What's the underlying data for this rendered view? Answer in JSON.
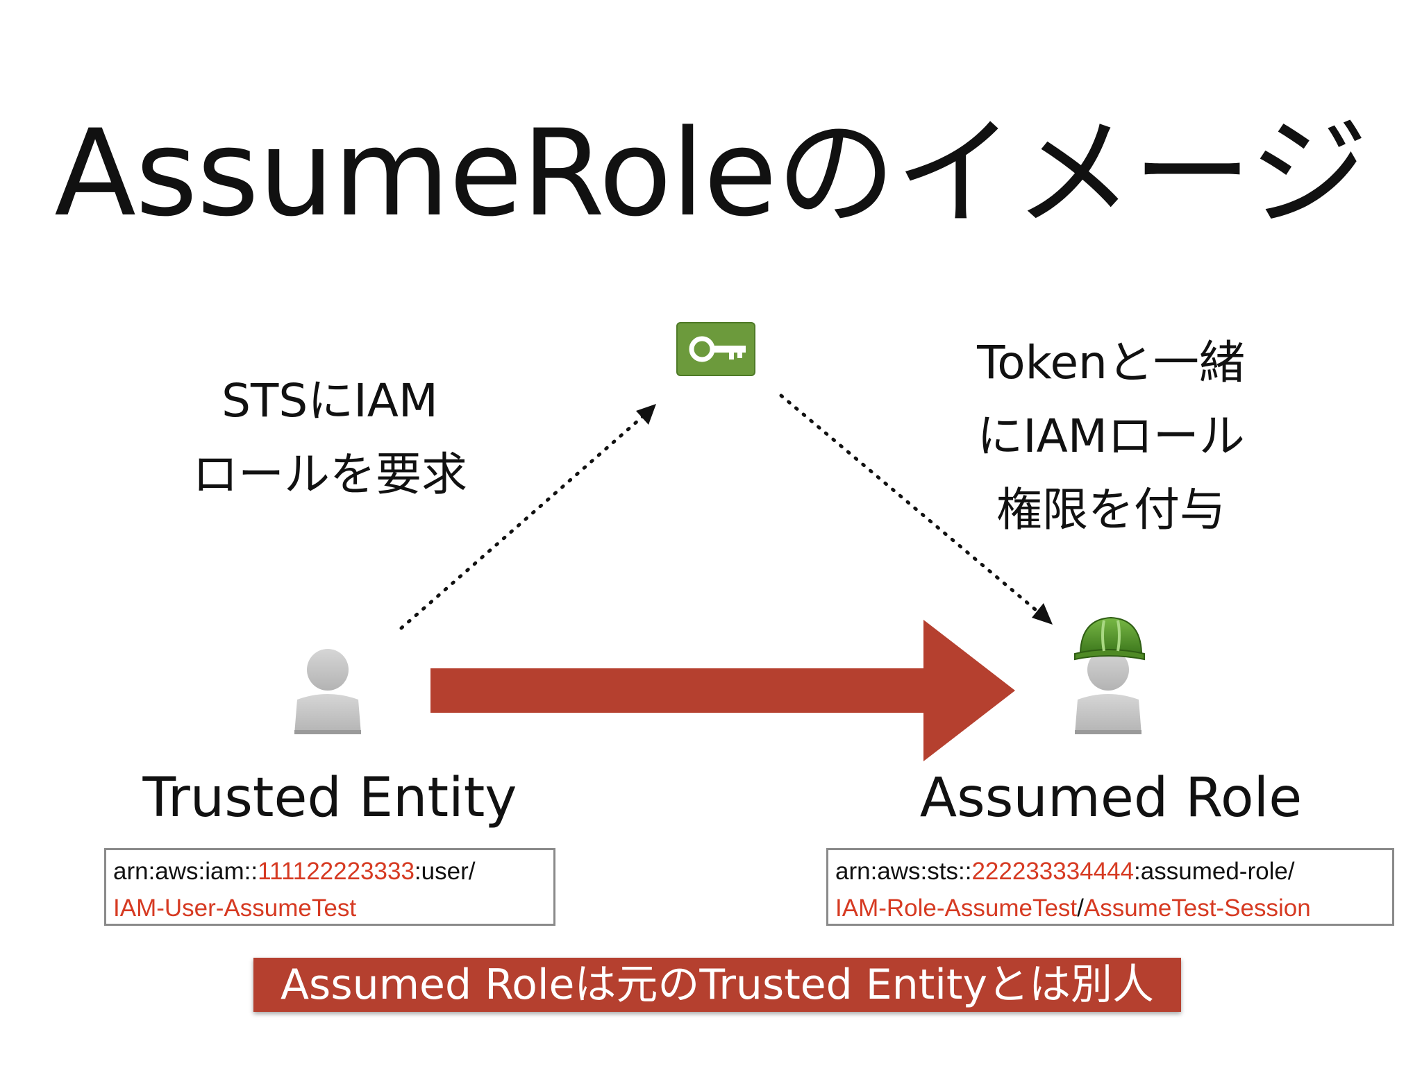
{
  "title": "AssumeRoleのイメージ",
  "captions": {
    "left": [
      "STSにIAM",
      "ロールを要求"
    ],
    "right": [
      "Tokenと一緒",
      "にIAMロール",
      "権限を付与"
    ]
  },
  "labels": {
    "trusted_entity": "Trusted Entity",
    "assumed_role": "Assumed Role"
  },
  "arn_trusted": {
    "line1": [
      {
        "text": "arn:aws:iam::",
        "color": "black"
      },
      {
        "text": "111122223333",
        "color": "red"
      },
      {
        "text": ":user/",
        "color": "black"
      }
    ],
    "line2": [
      {
        "text": "IAM-User-AssumeTest",
        "color": "red"
      }
    ]
  },
  "arn_assumed": {
    "line1": [
      {
        "text": "arn:aws:sts::",
        "color": "black"
      },
      {
        "text": "222233334444",
        "color": "red"
      },
      {
        "text": ":assumed-role/",
        "color": "black"
      }
    ],
    "line2": [
      {
        "text": "IAM-Role-AssumeTest",
        "color": "red"
      },
      {
        "text": "/",
        "color": "black"
      },
      {
        "text": "AssumeTest-Session",
        "color": "red"
      }
    ]
  },
  "banner": "Assumed Roleは元のTrusted Entityとは別人",
  "icons": {
    "sts": "key-icon",
    "trusted": "user-icon",
    "assumed": "user-with-hardhat-icon"
  },
  "colors": {
    "arrow": "#b5402f",
    "key_bg": "#6c9a3c",
    "helmet": "#5a9a2c",
    "user": "#c4c4c4",
    "arn_red": "#d63a22"
  }
}
